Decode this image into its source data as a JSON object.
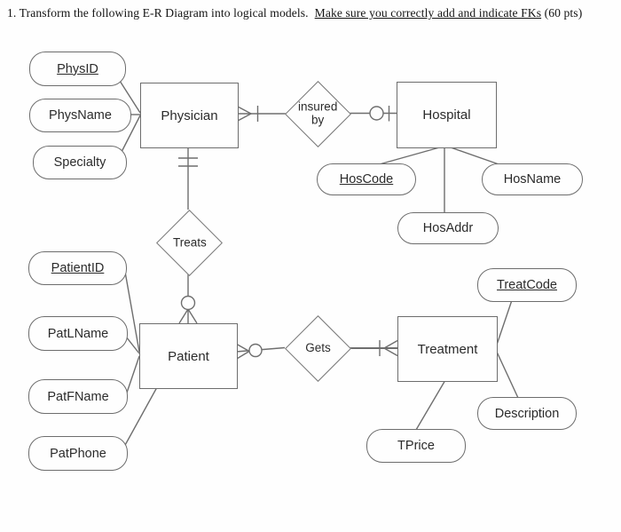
{
  "title": {
    "text_before": "1. Transform the following E-R Diagram into logical models.  ",
    "underlined_text": "Make sure you correctly add and indicate FKs",
    "text_after": " (60 pts)"
  },
  "colors": {
    "line": "#6e6e6e",
    "shape_border": "#6d6d6d",
    "background": "#fefefe",
    "text": "#2b2b2b"
  },
  "diagram": {
    "entities": [
      {
        "id": "physician",
        "label": "Physician"
      },
      {
        "id": "hospital",
        "label": "Hospital"
      },
      {
        "id": "patient",
        "label": "Patient"
      },
      {
        "id": "treatment",
        "label": "Treatment"
      }
    ],
    "relationships": [
      {
        "id": "insured-by",
        "label": "insured by",
        "lines": [
          "insured",
          "by"
        ],
        "from": "Physician",
        "to": "Hospital",
        "from_notation": "crow-foot-with-bar (one or many)",
        "to_notation": "circle-with-bar (zero or one)"
      },
      {
        "id": "treats",
        "label": "Treats",
        "from": "Physician",
        "to": "Patient",
        "from_notation": "double-bar (exactly one)",
        "to_notation": "circle-with-crow-foot (zero or many)"
      },
      {
        "id": "gets",
        "label": "Gets",
        "from": "Patient",
        "to": "Treatment",
        "from_notation": "crow-foot-with-circle (zero or many)",
        "to_notation": "bar-with-crow-foot (one or many)"
      }
    ],
    "attributes": [
      {
        "id": "physid",
        "label": "PhysID",
        "entity": "Physician",
        "key": true
      },
      {
        "id": "physname",
        "label": "PhysName",
        "entity": "Physician",
        "key": false
      },
      {
        "id": "specialty",
        "label": "Specialty",
        "entity": "Physician",
        "key": false
      },
      {
        "id": "hoscode",
        "label": "HosCode",
        "entity": "Hospital",
        "key": true
      },
      {
        "id": "hosname",
        "label": "HosName",
        "entity": "Hospital",
        "key": false
      },
      {
        "id": "hosaddr",
        "label": "HosAddr",
        "entity": "Hospital",
        "key": false
      },
      {
        "id": "patientid",
        "label": "PatientID",
        "entity": "Patient",
        "key": true
      },
      {
        "id": "patlname",
        "label": "PatLName",
        "entity": "Patient",
        "key": false
      },
      {
        "id": "patfname",
        "label": "PatFName",
        "entity": "Patient",
        "key": false
      },
      {
        "id": "patphone",
        "label": "PatPhone",
        "entity": "Patient",
        "key": false
      },
      {
        "id": "treatcode",
        "label": "TreatCode",
        "entity": "Treatment",
        "key": true
      },
      {
        "id": "description",
        "label": "Description",
        "entity": "Treatment",
        "key": false
      },
      {
        "id": "tprice",
        "label": "TPrice",
        "entity": "Treatment",
        "key": false
      }
    ]
  }
}
